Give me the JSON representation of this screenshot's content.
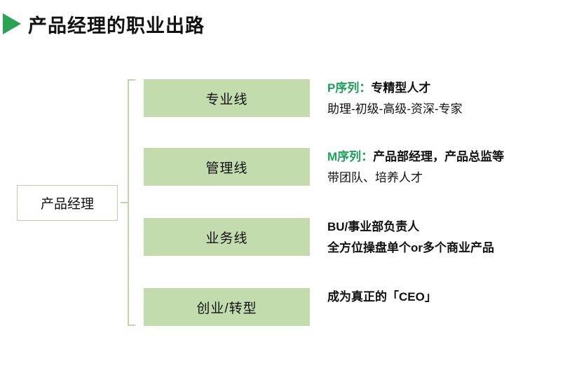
{
  "header": {
    "marker_icon": "triangle-right-icon",
    "title": "产品经理的职业出路",
    "marker_color": "#2aa354"
  },
  "diagram": {
    "root": {
      "label": "产品经理",
      "border_color": "#b5d39c",
      "fill_color": "#ffffff"
    },
    "connector": {
      "type": "bracket",
      "color": "#bcd9a5"
    },
    "box_fill_color": "#c3dcad",
    "accent_color": "#1ba35a",
    "branches": [
      {
        "box_label": "专业线",
        "accent_prefix": "P序列：",
        "line1_rest": "专精型人才",
        "line2": "助理-初级-高级-资深-专家"
      },
      {
        "box_label": "管理线",
        "accent_prefix": "M序列：",
        "line1_rest": "产品部经理，产品总监等",
        "line2": "带团队、培养人才"
      },
      {
        "box_label": "业务线",
        "accent_prefix": "",
        "line1_rest": "BU/事业部负责人",
        "line2": "全方位操盘单个or多个商业产品"
      },
      {
        "box_label": "创业/转型",
        "accent_prefix": "",
        "line1_rest": "成为真正的「CEO」",
        "line2": ""
      }
    ]
  }
}
